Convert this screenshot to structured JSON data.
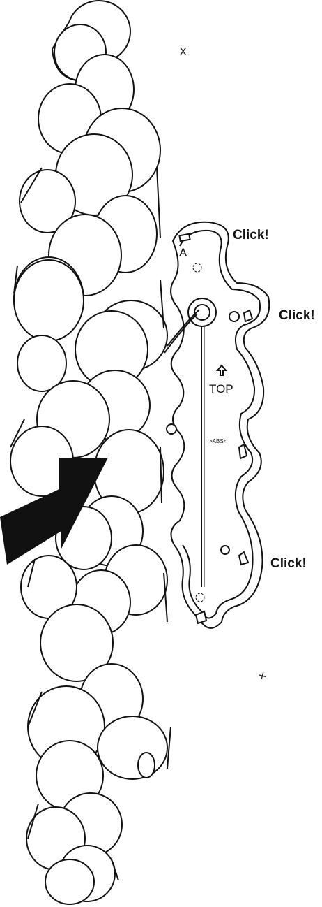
{
  "labels": {
    "click_top": "Click!",
    "click_middle": "Click!",
    "click_bottom": "Click!"
  },
  "plate": {
    "letter": "A",
    "top_text": "TOP",
    "abs_text": ">ABS<"
  },
  "marks": {
    "cross_1": "x",
    "cross_2": "+"
  },
  "colors": {
    "line": "#111111",
    "fill": "#ffffff",
    "arrow": "#111111"
  }
}
